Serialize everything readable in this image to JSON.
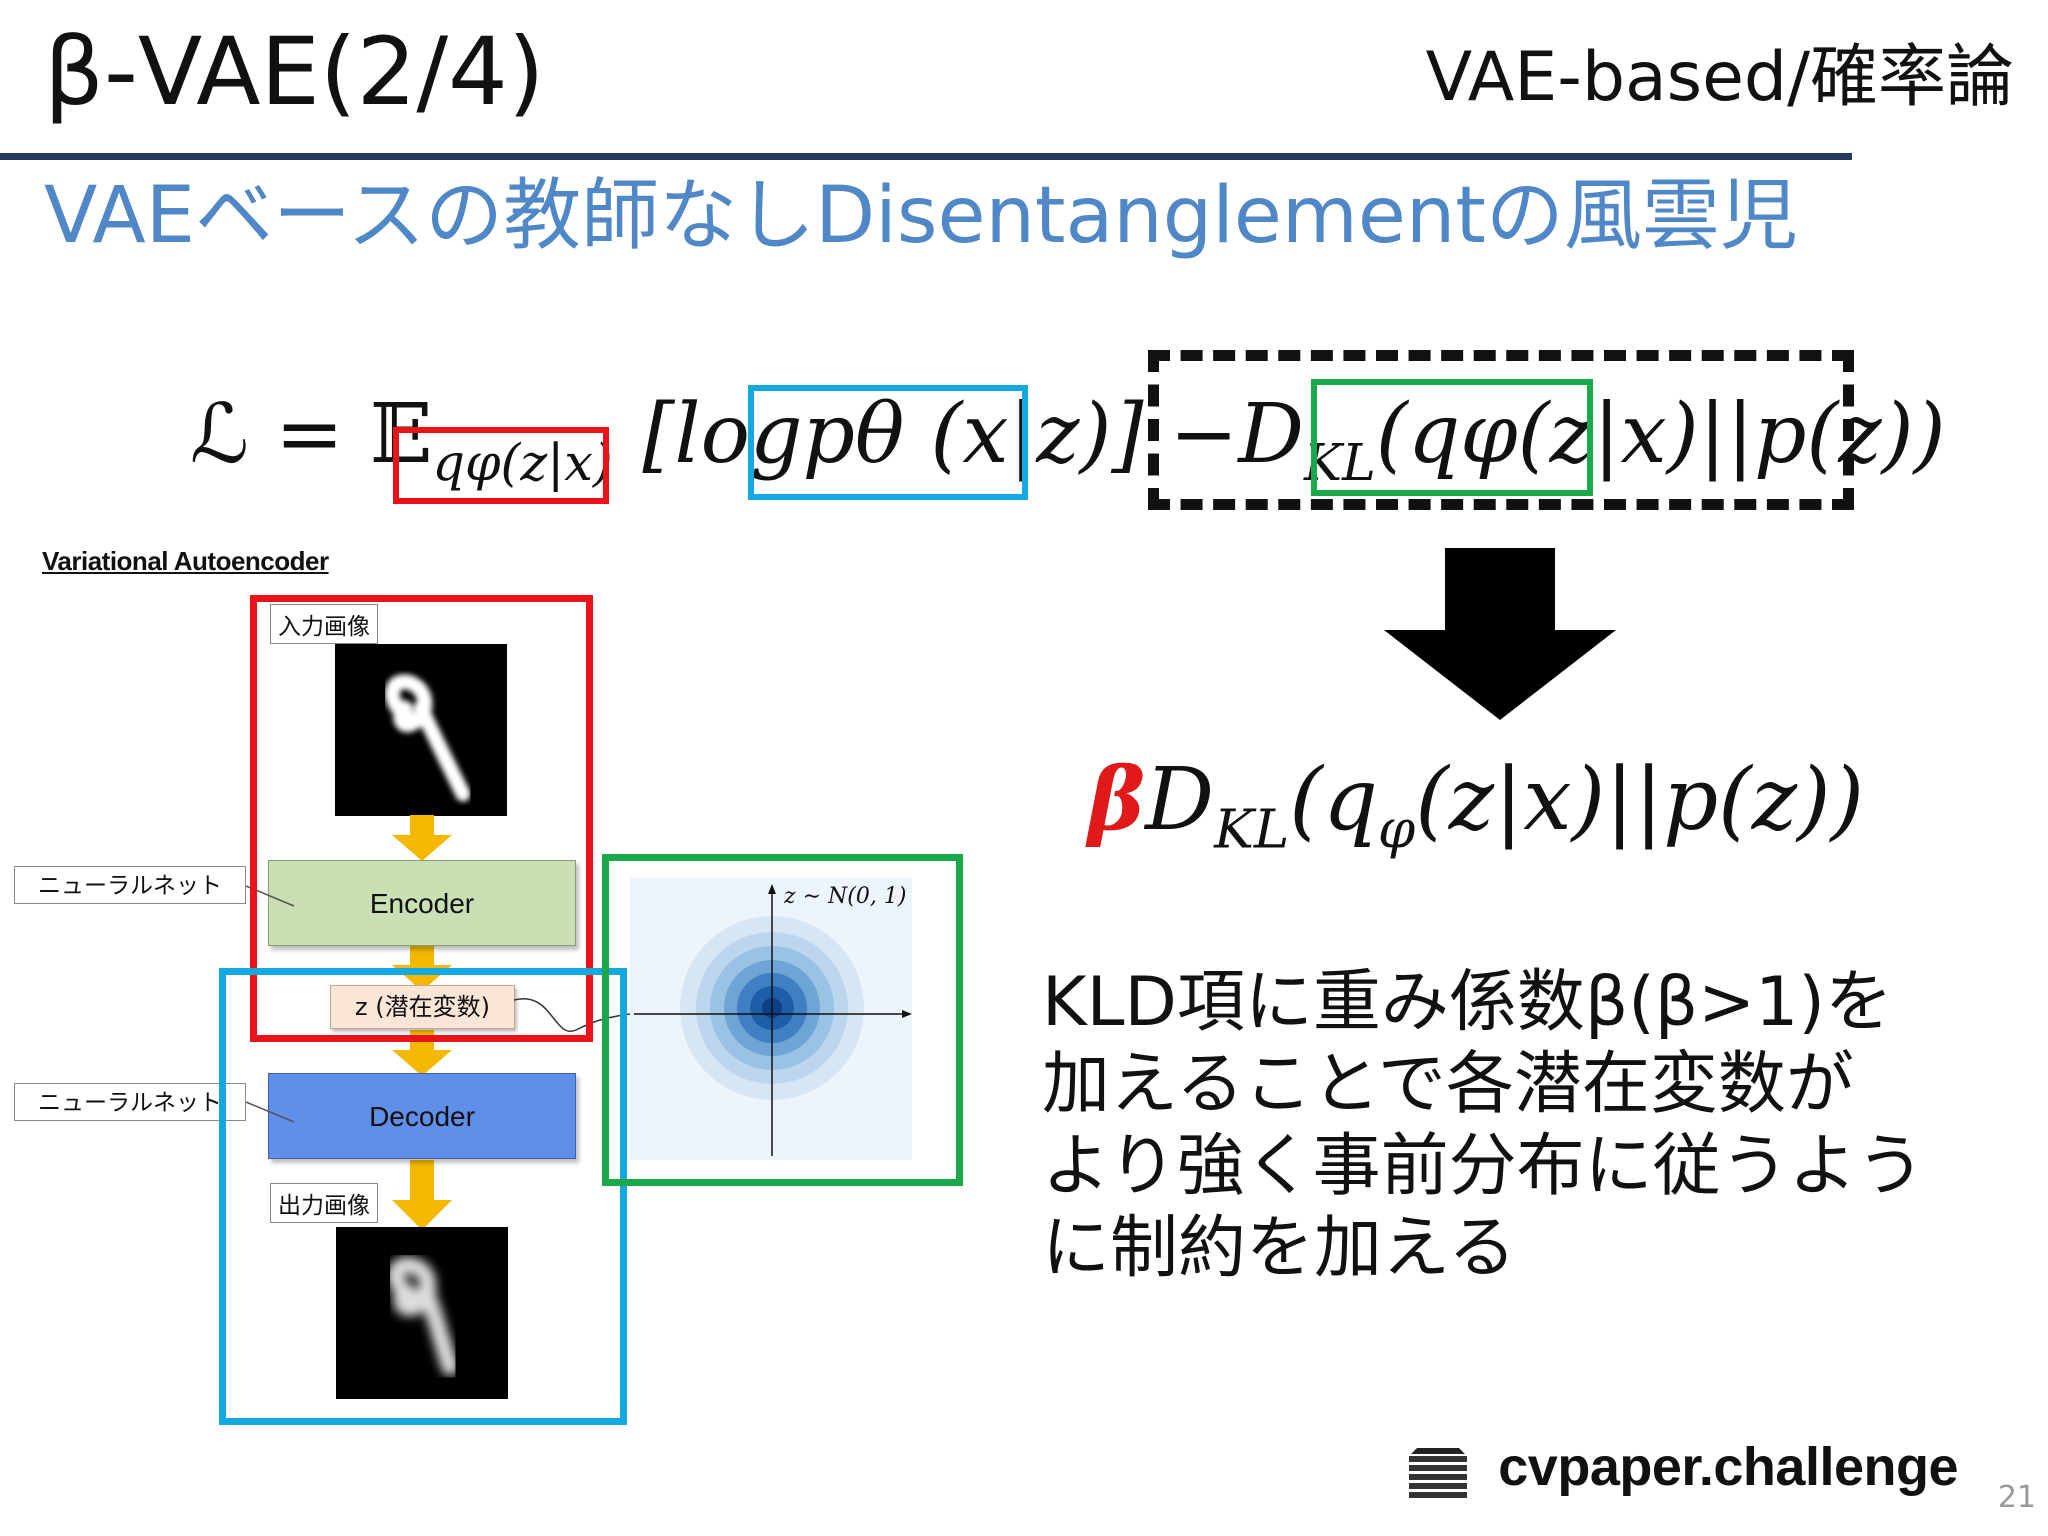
{
  "header": {
    "title": "β-VAE(2/4)",
    "category": "VAE-based/確率論",
    "subtitle": "VAEベースの教師なしDisentanglementの風雲児"
  },
  "loss_formula": {
    "lhs": "ℒ = 𝔼",
    "expectation_subscript": "qφ(z|x)",
    "recon_open": "[log",
    "recon_term": "pθ (x|z)",
    "recon_close": "] −",
    "kl_term_prefix": "D",
    "kl_sub": "KL",
    "kl_open": "(",
    "kl_posterior": "qφ(z|x)",
    "kl_prior": "||p(z))"
  },
  "beta_formula": {
    "beta": "β",
    "d": "D",
    "kl_sub": "KL",
    "q": "(q",
    "phi": "φ",
    "rest": "(z|x)||p(z))"
  },
  "description": {
    "lines": [
      "KLD項に重み係数β(β>1)を",
      "加えることで各潜在変数が",
      "より強く事前分布に従うよう",
      "に制約を加える"
    ]
  },
  "vae_figure": {
    "title": "Variational Autoencoder",
    "input_label": "入力画像",
    "output_label": "出力画像",
    "nn_label_top": "ニューラルネット",
    "nn_label_bottom": "ニューラルネット",
    "encoder": "Encoder",
    "decoder": "Decoder",
    "latent": "z (潜在変数)",
    "prior_label": "z ∼ N(0, 1)",
    "encoder_color": "#c8e0b4",
    "decoder_color": "#5f8fe8",
    "arrow_color": "#f5b800"
  },
  "highlight_colors": {
    "red": "#e8141a",
    "blue": "#14a8e0",
    "green": "#1aa84a"
  },
  "footer": {
    "logo": "cvpaper.challenge",
    "page": "21"
  }
}
